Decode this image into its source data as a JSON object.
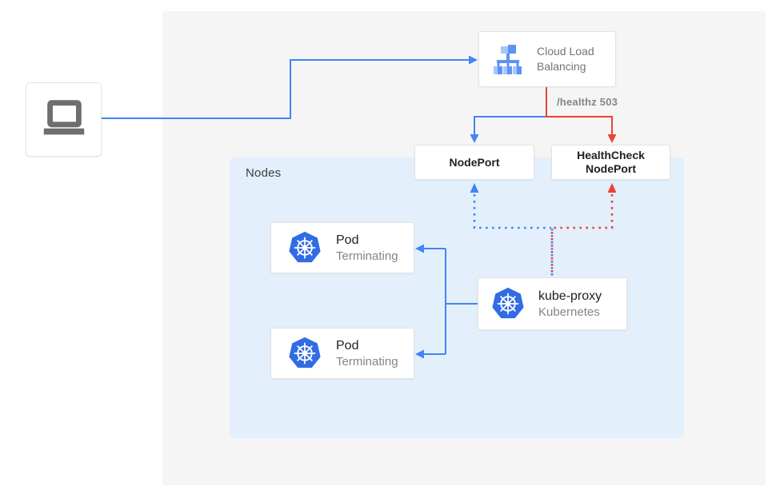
{
  "colors": {
    "blue": "#4285f4",
    "red": "#ea4335",
    "panel_bg": "#f5f5f6",
    "nodes_bg": "#e3effb",
    "card_border": "#e1e3e4",
    "text_dark": "#202124",
    "text_gray": "#80868b",
    "k8s_blue": "#326ce5",
    "laptop_gray": "#6e6e6e",
    "lb_icon_blue": "#5c93f6",
    "lb_icon_light": "#a6c5fa"
  },
  "nodes_panel": {
    "label": "Nodes"
  },
  "load_balancer": {
    "label_line1": "Cloud Load",
    "label_line2": "Balancing"
  },
  "healthz_badge": "/healthz 503",
  "nodeport": {
    "label": "NodePort"
  },
  "healthcheck_nodeport": {
    "label_line1": "HealthCheck",
    "label_line2": "NodePort"
  },
  "pods": [
    {
      "title": "Pod",
      "subtitle": "Terminating"
    },
    {
      "title": "Pod",
      "subtitle": "Terminating"
    }
  ],
  "kube_proxy": {
    "title": "kube-proxy",
    "subtitle": "Kubernetes"
  }
}
